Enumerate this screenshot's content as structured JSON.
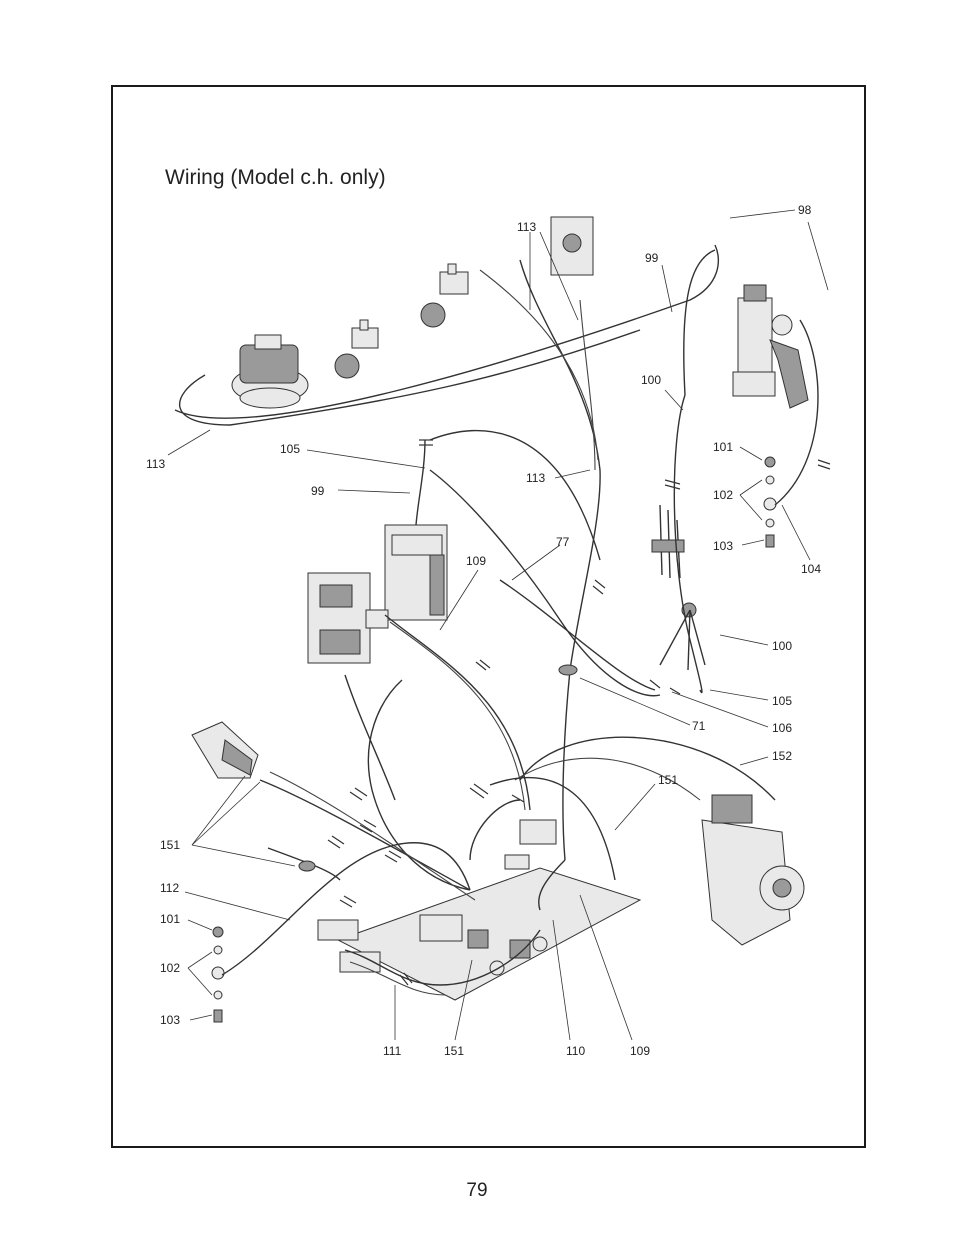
{
  "title": "Wiring (Model c.h. only)",
  "page_number": "79",
  "callouts": [
    "98",
    "99",
    "113",
    "113",
    "100",
    "113",
    "105",
    "99",
    "113",
    "101",
    "102",
    "103",
    "104",
    "77",
    "109",
    "100",
    "105",
    "71",
    "106",
    "152",
    "151",
    "151",
    "112",
    "101",
    "102",
    "103",
    "111",
    "151",
    "110",
    "109"
  ]
}
